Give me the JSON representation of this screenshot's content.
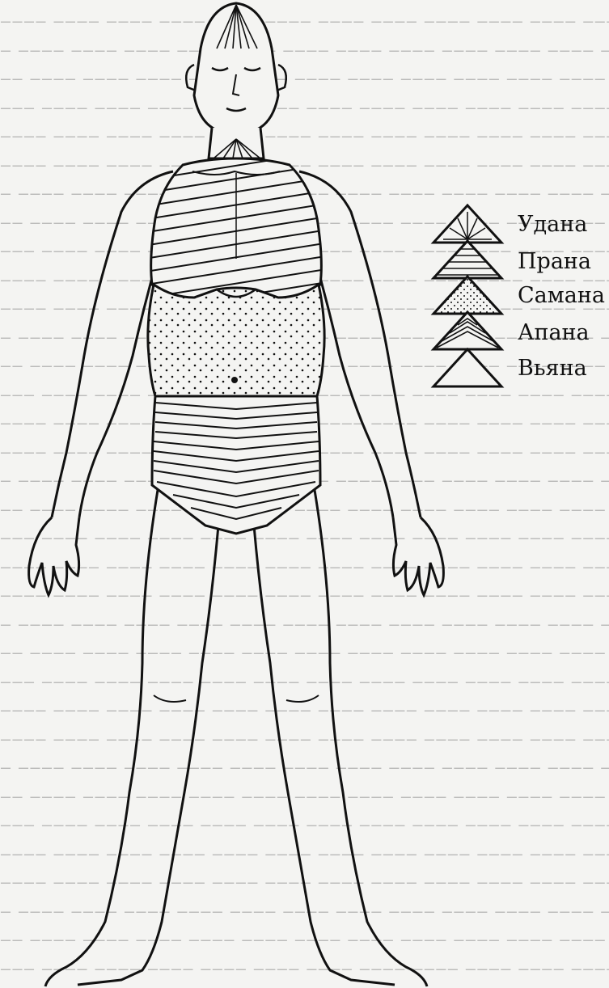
{
  "legend": [
    {
      "key": "udana",
      "label": "Удана",
      "pattern": "rays"
    },
    {
      "key": "prana",
      "label": "Прана",
      "pattern": "horizontal-lines"
    },
    {
      "key": "samana",
      "label": "Самана",
      "pattern": "dots"
    },
    {
      "key": "apana",
      "label": "Апана",
      "pattern": "chevrons"
    },
    {
      "key": "vyana",
      "label": "Вьяна",
      "pattern": "empty"
    }
  ],
  "colors": {
    "ink": "#111111",
    "paper": "#f4f4f2",
    "bleed": "#8e8e8e"
  }
}
